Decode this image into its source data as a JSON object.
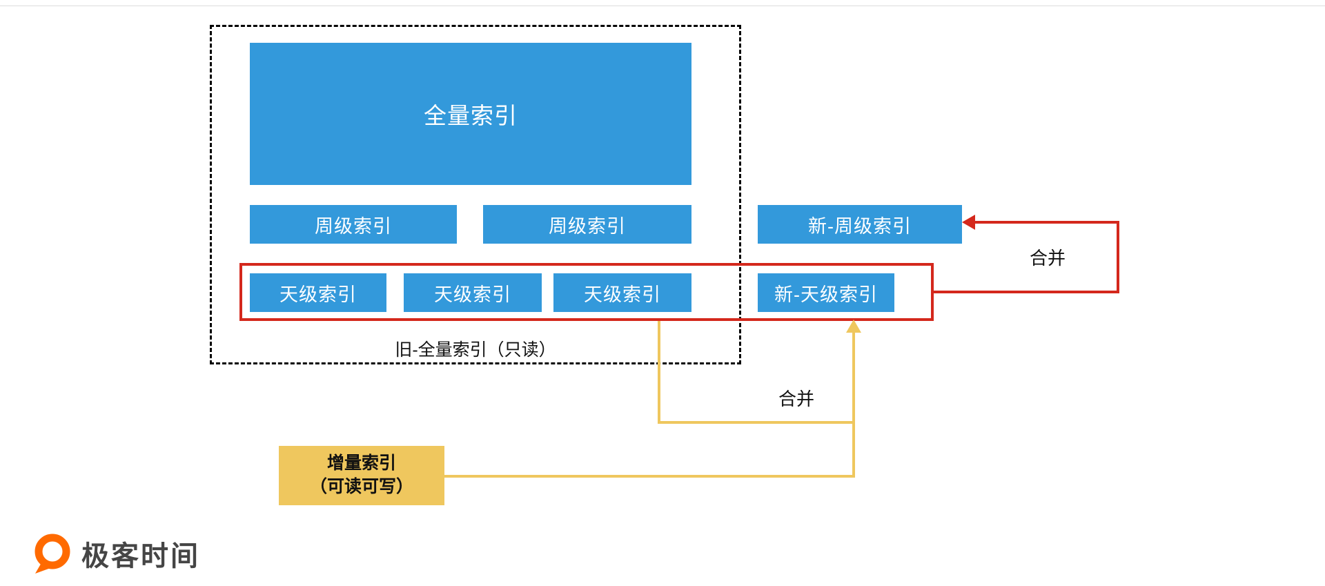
{
  "colors": {
    "blue": "#3399DB",
    "red": "#D4281C",
    "yellow": "#EFC75E",
    "logo_orange": "#FF6A00",
    "ink": "#111111"
  },
  "diagram": {
    "full_index_label": "全量索引",
    "week_index_labels": [
      "周级索引",
      "周级索引"
    ],
    "day_index_labels": [
      "天级索引",
      "天级索引",
      "天级索引"
    ],
    "new_week_index_label": "新-周级索引",
    "new_day_index_label": "新-天级索引",
    "old_full_index_label": "旧-全量索引（只读）",
    "merge_label_top": "合并",
    "merge_label_bottom": "合并",
    "incremental_index": {
      "line1": "增量索引",
      "line2": "（可读可写）"
    }
  },
  "footer": {
    "brand_name": "极客时间"
  }
}
